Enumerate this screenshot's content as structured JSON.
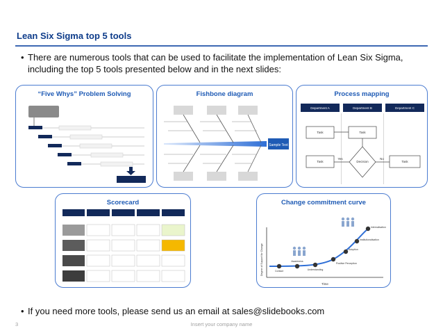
{
  "slide": {
    "title": "Lean Six Sigma top 5 tools",
    "page_number": "3",
    "footer": "Insert your company name",
    "bullets": {
      "intro": "There are numerous tools that can be used to facilitate the implementation of Lean Six Sigma, including the top 5 tools presented below and in the next slides:",
      "contact": "If you need more tools, please send us an email at sales@slidebooks.com"
    }
  },
  "tools": {
    "five_whys": {
      "title": "“Five Whys” Problem Solving"
    },
    "fishbone": {
      "title": "Fishbone diagram",
      "head_label": "Sample Text"
    },
    "process_mapping": {
      "title": "Process mapping",
      "departments": [
        "Department A",
        "Department B",
        "Department C"
      ],
      "task_label": "Task",
      "decision_label": "Decision",
      "yes_label": "Yes",
      "no_label": "No"
    },
    "scorecard": {
      "title": "Scorecard"
    },
    "change_curve": {
      "title": "Change commitment curve",
      "y_label": "Degree of Support for Change",
      "x_label": "Time",
      "stages": [
        "Contact",
        "Awareness",
        "Understanding",
        "Positive Perception",
        "Adoption",
        "Institutionalisation",
        "Internalisation"
      ]
    }
  },
  "colors": {
    "title": "#0e3c8a",
    "accent": "#1f5bb5",
    "card_border": "#4a7bd0",
    "dark_navy": "#12295a",
    "highlight_yellow": "#f5b800",
    "highlight_green": "#eaf5cc"
  }
}
